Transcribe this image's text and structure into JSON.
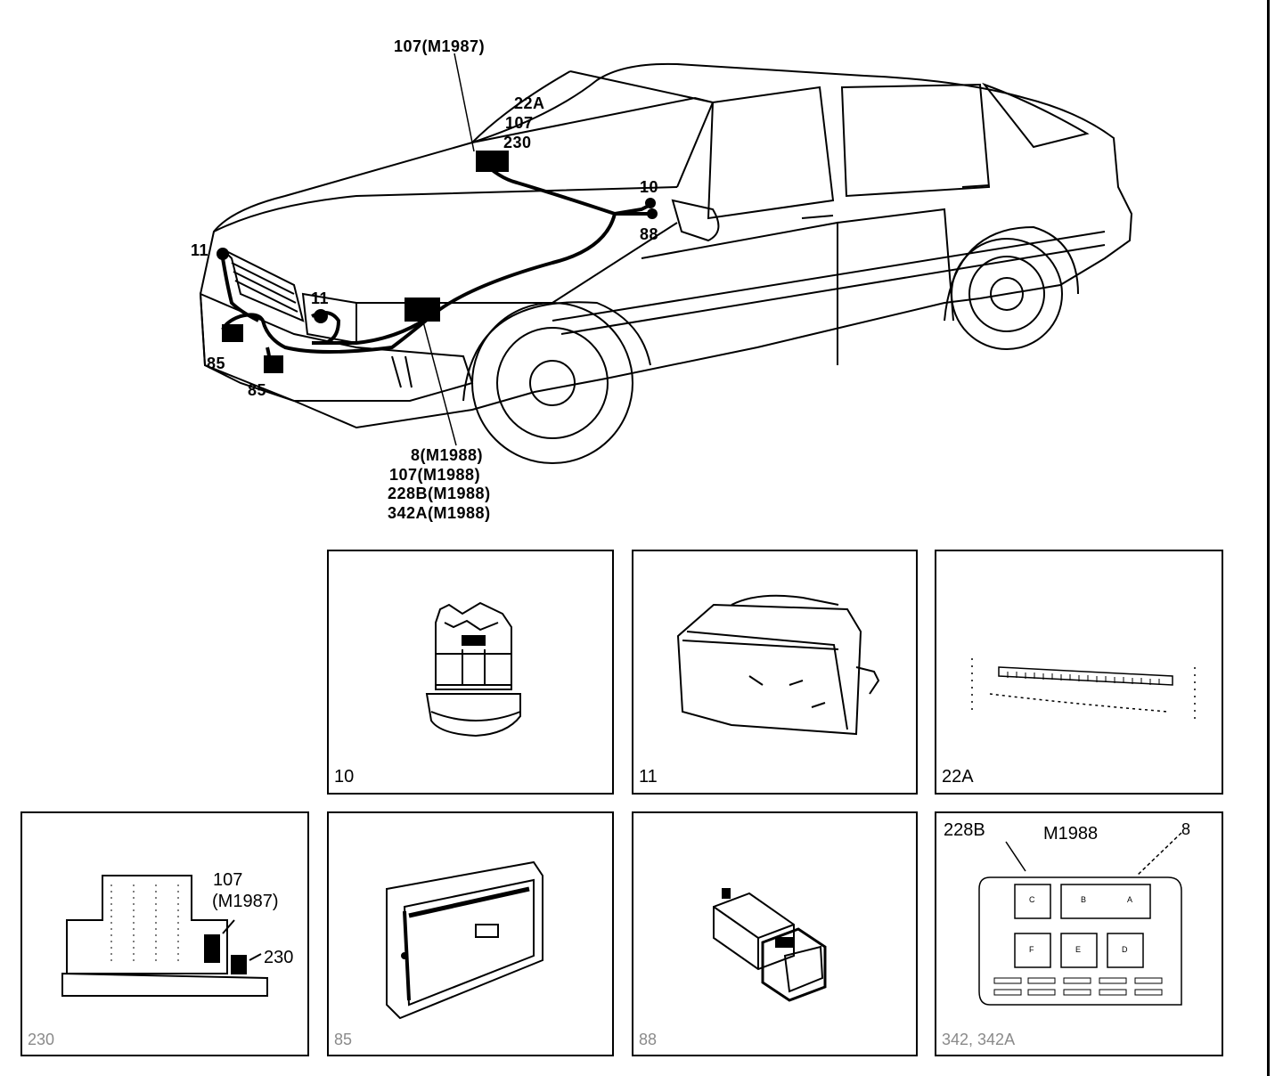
{
  "callouts": {
    "c107_m1987": "107(M1987)",
    "c22a": "22A",
    "c107": "107",
    "c230": "230",
    "c10": "10",
    "c88": "88",
    "c11_left": "11",
    "c11_right": "11",
    "c85_a": "85",
    "c85_b": "85",
    "bottom_list": [
      "8(M1988)",
      "107(M1988)",
      "228B(M1988)",
      "342A(M1988)"
    ]
  },
  "panels": {
    "p10": {
      "label": "10"
    },
    "p11": {
      "label": "11"
    },
    "p22a": {
      "label": "22A"
    },
    "p107": {
      "label": "230",
      "callout_a": "107",
      "callout_b": "(M1987)",
      "callout_c": "230"
    },
    "p85": {
      "label": "85"
    },
    "p88": {
      "label": "88"
    },
    "pfuse": {
      "label": "342, 342A",
      "left_callout": "228B",
      "mid_callout": "M1988",
      "right_callout": "8",
      "relays": [
        "C",
        "B",
        "A",
        "F",
        "E",
        "D"
      ]
    }
  }
}
